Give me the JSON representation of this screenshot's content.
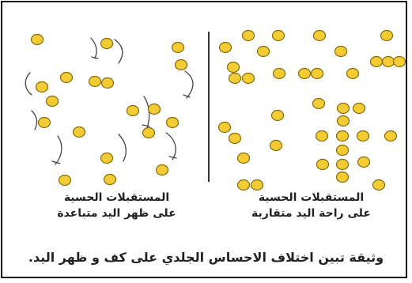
{
  "colors": {
    "dot_fill": "#f2cc32",
    "dot_stroke": "#8a6a08",
    "nerve_stroke": "#444444",
    "divider": "#333333",
    "text": "#222222"
  },
  "panels": {
    "left": {
      "label_line1": "المستقبلات الحسية",
      "label_line2": "على ظهر اليد متباعدة"
    },
    "right": {
      "label_line1": "المستقبلات الحسية",
      "label_line2": "على راحة اليد متقاربة"
    }
  },
  "caption": "وثيقة تبين اختلاف الاحساس الجلدي على كف و ظهر اليد."
}
